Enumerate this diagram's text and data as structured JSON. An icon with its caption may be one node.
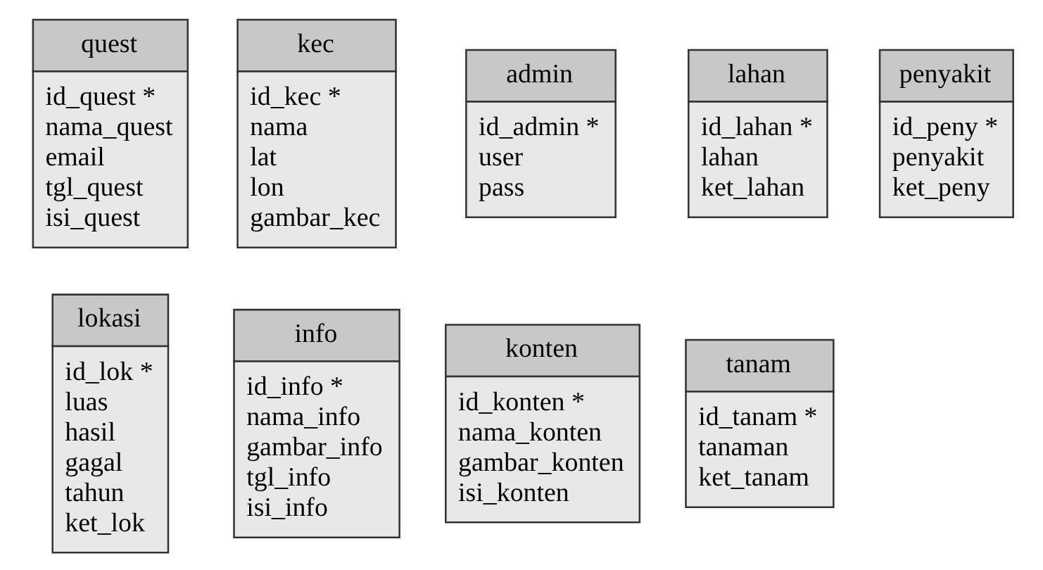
{
  "diagram": {
    "nodes": [
      {
        "text": [
          "quest",
          "id_quest *",
          "nama_quest",
          "email",
          "tgl_quest",
          "isi_quest"
        ]
      },
      {
        "text": [
          "kec",
          "id_kec *",
          "nama",
          "lat",
          "lon",
          "gambar_kec"
        ]
      },
      {
        "text": [
          "admin",
          "id_admin *",
          "user",
          "pass"
        ]
      },
      {
        "text": [
          "lahan",
          "id_lahan *",
          "lahan",
          "ket_lahan"
        ]
      },
      {
        "text": [
          "lokasi",
          "id_lok *",
          "luas",
          "hasil",
          "gagal",
          "tahun",
          "ket_lok"
        ]
      },
      {
        "text": [
          "info",
          "id_info *",
          "nama_info",
          "gambar_info",
          "tgl_info",
          "isi_info"
        ]
      },
      {
        "text": [
          "konten",
          "id_konten *",
          "nama_konten",
          "gambar_konten",
          "isi_konten"
        ]
      },
      {
        "text": [
          "penyakit",
          "id_peny *",
          "penyakit",
          "ket_peny"
        ]
      },
      {
        "text": [
          "tanam",
          "id_tanam *",
          "tanaman",
          "ket_tanam"
        ]
      }
    ]
  }
}
